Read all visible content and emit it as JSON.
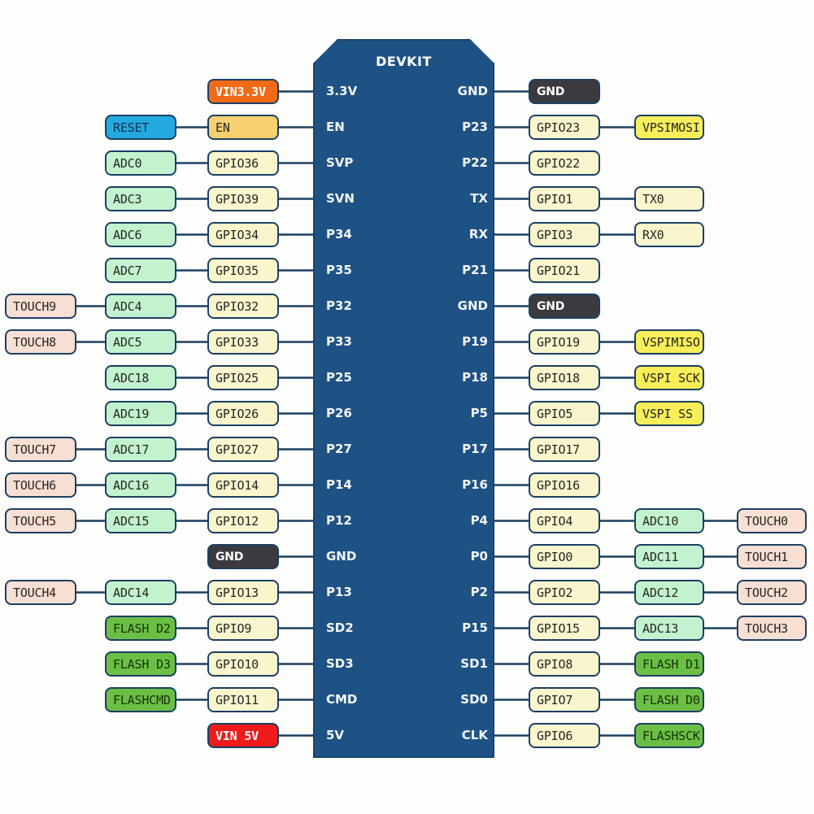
{
  "board": {
    "title": "DEVKIT",
    "body_color": "#1f5284",
    "left_pins": [
      "3.3V",
      "EN",
      "SVP",
      "SVN",
      "P34",
      "P35",
      "P32",
      "P33",
      "P25",
      "P26",
      "P27",
      "P14",
      "P12",
      "GND",
      "P13",
      "SD2",
      "SD3",
      "CMD",
      "5V"
    ],
    "right_pins": [
      "GND",
      "P23",
      "P22",
      "TX",
      "RX",
      "P21",
      "GND",
      "P19",
      "P18",
      "P5",
      "P17",
      "P16",
      "P4",
      "P0",
      "P2",
      "P15",
      "SD1",
      "SD0",
      "CLK"
    ]
  },
  "palette": {
    "gpio": "#f9f5cd",
    "adc": "#c3f2cf",
    "touch": "#f8dfd3",
    "gnd": "#3a3a3f",
    "vin33": "#f26a16",
    "vin5": "#ef1b1b",
    "en": "#f7d170",
    "reset": "#23a9e0",
    "flash": "#6cbf45",
    "spi": "#f7ee59",
    "wire": "#1b3f63",
    "background": "#fdfdfb"
  },
  "left_rows": [
    {
      "pin": "3.3V",
      "gpio": "VIN3.3V",
      "gpio_style": "vin33",
      "adc": null,
      "touch": null
    },
    {
      "pin": "EN",
      "gpio": "EN",
      "gpio_style": "en",
      "adc": "RESET",
      "adc_style": "reset",
      "touch": null
    },
    {
      "pin": "SVP",
      "gpio": "GPIO36",
      "gpio_style": "gpio",
      "adc": "ADC0",
      "adc_style": "adc",
      "touch": null
    },
    {
      "pin": "SVN",
      "gpio": "GPIO39",
      "gpio_style": "gpio",
      "adc": "ADC3",
      "adc_style": "adc",
      "touch": null
    },
    {
      "pin": "P34",
      "gpio": "GPIO34",
      "gpio_style": "gpio",
      "adc": "ADC6",
      "adc_style": "adc",
      "touch": null
    },
    {
      "pin": "P35",
      "gpio": "GPIO35",
      "gpio_style": "gpio",
      "adc": "ADC7",
      "adc_style": "adc",
      "touch": null
    },
    {
      "pin": "P32",
      "gpio": "GPIO32",
      "gpio_style": "gpio",
      "adc": "ADC4",
      "adc_style": "adc",
      "touch": "TOUCH9"
    },
    {
      "pin": "P33",
      "gpio": "GPIO33",
      "gpio_style": "gpio",
      "adc": "ADC5",
      "adc_style": "adc",
      "touch": "TOUCH8"
    },
    {
      "pin": "P25",
      "gpio": "GPIO25",
      "gpio_style": "gpio",
      "adc": "ADC18",
      "adc_style": "adc",
      "touch": null
    },
    {
      "pin": "P26",
      "gpio": "GPIO26",
      "gpio_style": "gpio",
      "adc": "ADC19",
      "adc_style": "adc",
      "touch": null
    },
    {
      "pin": "P27",
      "gpio": "GPIO27",
      "gpio_style": "gpio",
      "adc": "ADC17",
      "adc_style": "adc",
      "touch": "TOUCH7"
    },
    {
      "pin": "P14",
      "gpio": "GPIO14",
      "gpio_style": "gpio",
      "adc": "ADC16",
      "adc_style": "adc",
      "touch": "TOUCH6"
    },
    {
      "pin": "P12",
      "gpio": "GPIO12",
      "gpio_style": "gpio",
      "adc": "ADC15",
      "adc_style": "adc",
      "touch": "TOUCH5"
    },
    {
      "pin": "GND",
      "gpio": "GND",
      "gpio_style": "gnd",
      "adc": null,
      "touch": null
    },
    {
      "pin": "P13",
      "gpio": "GPIO13",
      "gpio_style": "gpio",
      "adc": "ADC14",
      "adc_style": "adc",
      "touch": "TOUCH4"
    },
    {
      "pin": "SD2",
      "gpio": "GPIO9",
      "gpio_style": "gpio",
      "adc": "FLASH D2",
      "adc_style": "flash",
      "touch": null
    },
    {
      "pin": "SD3",
      "gpio": "GPIO10",
      "gpio_style": "gpio",
      "adc": "FLASH D3",
      "adc_style": "flash",
      "touch": null
    },
    {
      "pin": "CMD",
      "gpio": "GPIO11",
      "gpio_style": "gpio",
      "adc": "FLASHCMD",
      "adc_style": "flash",
      "touch": null
    },
    {
      "pin": "5V",
      "gpio": "VIN 5V",
      "gpio_style": "vin5",
      "adc": null,
      "touch": null
    }
  ],
  "right_rows": [
    {
      "pin": "GND",
      "gpio": "GND",
      "gpio_style": "gnd",
      "adc": null,
      "touch": null
    },
    {
      "pin": "P23",
      "gpio": "GPIO23",
      "gpio_style": "gpio",
      "adc": "VPSIMOSI",
      "adc_style": "spi",
      "touch": null
    },
    {
      "pin": "P22",
      "gpio": "GPIO22",
      "gpio_style": "gpio",
      "adc": null,
      "touch": null
    },
    {
      "pin": "TX",
      "gpio": "GPIO1",
      "gpio_style": "gpio",
      "adc": "TX0",
      "adc_style": "gpio",
      "touch": null
    },
    {
      "pin": "RX",
      "gpio": "GPIO3",
      "gpio_style": "gpio",
      "adc": "RX0",
      "adc_style": "gpio",
      "touch": null
    },
    {
      "pin": "P21",
      "gpio": "GPIO21",
      "gpio_style": "gpio",
      "adc": null,
      "touch": null
    },
    {
      "pin": "GND",
      "gpio": "GND",
      "gpio_style": "gnd",
      "adc": null,
      "touch": null
    },
    {
      "pin": "P19",
      "gpio": "GPIO19",
      "gpio_style": "gpio",
      "adc": "VSPIMISO",
      "adc_style": "spi",
      "touch": null
    },
    {
      "pin": "P18",
      "gpio": "GPIO18",
      "gpio_style": "gpio",
      "adc": "VSPI SCK",
      "adc_style": "spi",
      "touch": null
    },
    {
      "pin": "P5",
      "gpio": "GPIO5",
      "gpio_style": "gpio",
      "adc": "VSPI SS",
      "adc_style": "spi",
      "touch": null
    },
    {
      "pin": "P17",
      "gpio": "GPIO17",
      "gpio_style": "gpio",
      "adc": null,
      "touch": null
    },
    {
      "pin": "P16",
      "gpio": "GPIO16",
      "gpio_style": "gpio",
      "adc": null,
      "touch": null
    },
    {
      "pin": "P4",
      "gpio": "GPIO4",
      "gpio_style": "gpio",
      "adc": "ADC10",
      "adc_style": "adc",
      "touch": "TOUCH0"
    },
    {
      "pin": "P0",
      "gpio": "GPIO0",
      "gpio_style": "gpio",
      "adc": "ADC11",
      "adc_style": "adc",
      "touch": "TOUCH1"
    },
    {
      "pin": "P2",
      "gpio": "GPIO2",
      "gpio_style": "gpio",
      "adc": "ADC12",
      "adc_style": "adc",
      "touch": "TOUCH2"
    },
    {
      "pin": "P15",
      "gpio": "GPIO15",
      "gpio_style": "gpio",
      "adc": "ADC13",
      "adc_style": "adc",
      "touch": "TOUCH3"
    },
    {
      "pin": "SD1",
      "gpio": "GPIO8",
      "gpio_style": "gpio",
      "adc": "FLASH D1",
      "adc_style": "flash",
      "touch": null
    },
    {
      "pin": "SD0",
      "gpio": "GPIO7",
      "gpio_style": "gpio",
      "adc": "FLASH D0",
      "adc_style": "flash",
      "touch": null
    },
    {
      "pin": "CLK",
      "gpio": "GPIO6",
      "gpio_style": "gpio",
      "adc": "FLASHSCK",
      "adc_style": "flash",
      "touch": null
    }
  ]
}
